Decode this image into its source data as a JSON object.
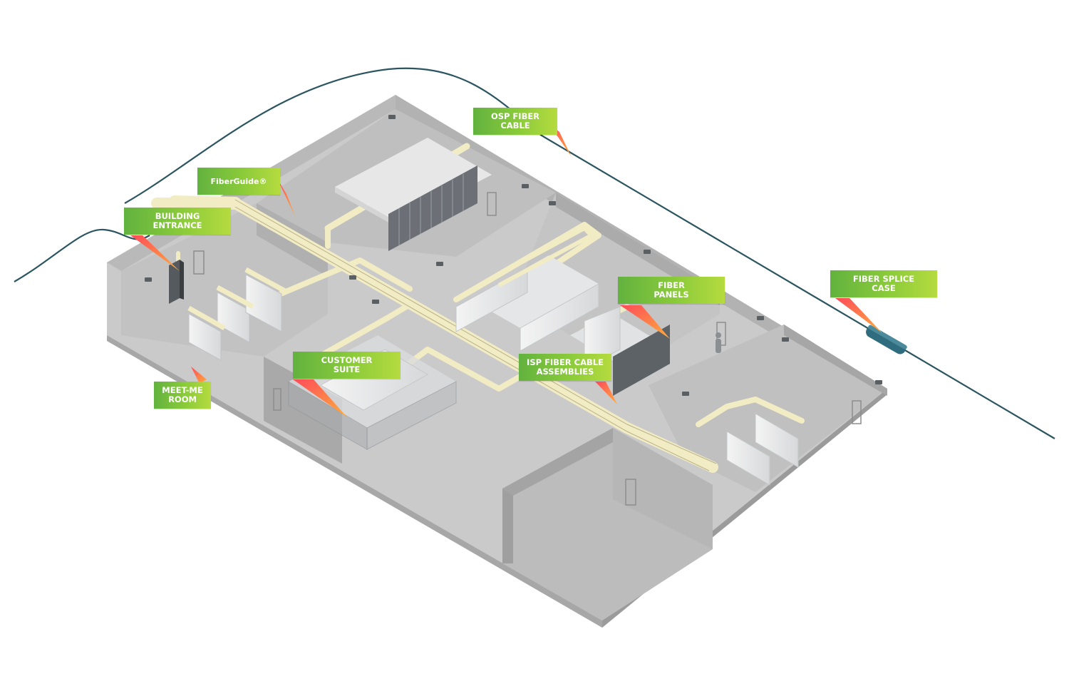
{
  "colors": {
    "cable": "#2b5560",
    "floor": "#c7c7c7",
    "wall": "#a9a9a9",
    "tray": "#f2ecc4",
    "rack": "#e8e9ea",
    "pointer_start": "#ff5757",
    "pointer_end": "#ffb347",
    "label_start": "#62b23f",
    "label_end": "#b5db3f",
    "splice_case": "#2f6d7e"
  },
  "labels": {
    "osp_fiber_cable": "OSP FIBER\nCABLE",
    "fiberguide": "FiberGuide®",
    "building_entrance": "BUILDING\nENTRANCE",
    "fiber_splice_case": "FIBER SPLICE\nCASE",
    "fiber_panels": "FIBER\nPANELS",
    "customer_suite": "CUSTOMER\nSUITE",
    "isp_fiber_cable_assemblies": "ISP FIBER CABLE\nASSEMBLIES",
    "meet_me_room": "MEET-ME\nROOM"
  },
  "icons": {
    "camera": "security-camera-icon",
    "door": "door-icon",
    "person": "person-icon"
  }
}
